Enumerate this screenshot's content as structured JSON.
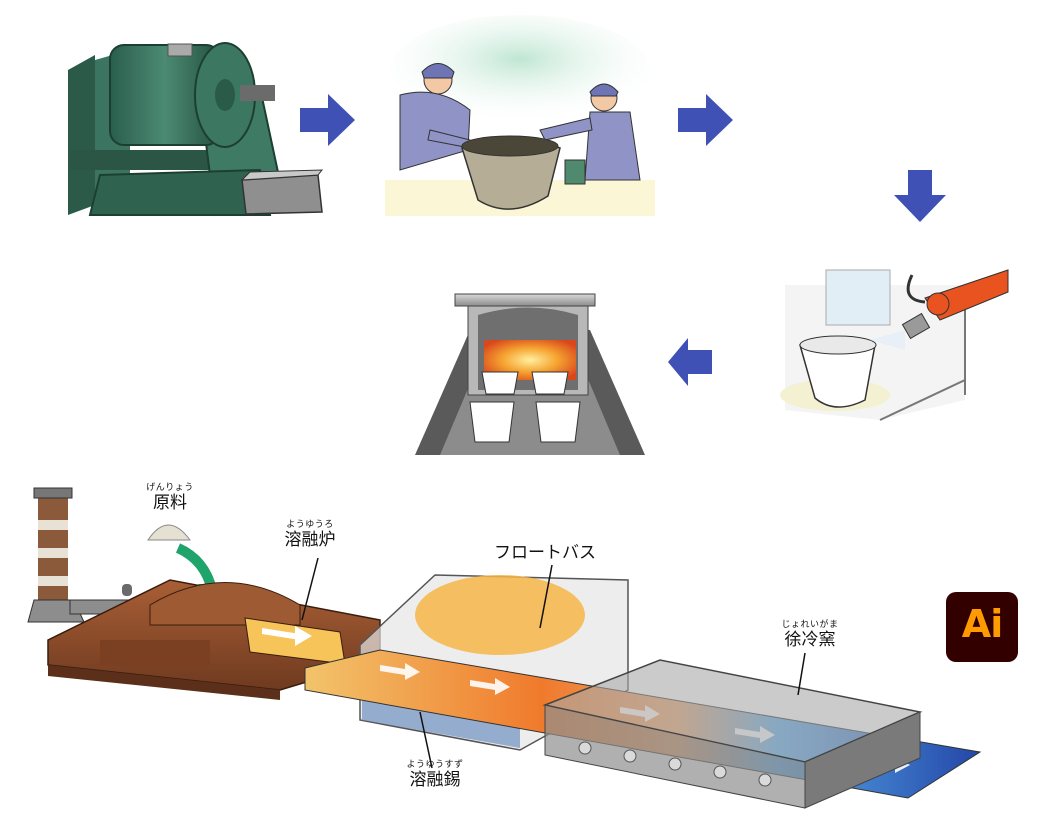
{
  "labels": {
    "raw_material": {
      "ruby": "げんりょう",
      "text": "原料"
    },
    "melting_furnace": {
      "ruby": "ようゆうろ",
      "text": "溶融炉"
    },
    "float_bath": {
      "text": "フロートバス"
    },
    "annealing_lehr": {
      "ruby": "じょれいがま",
      "text": "徐冷窯"
    },
    "molten_tin": {
      "ruby": "ようゆうすず",
      "text": "溶融錫"
    }
  },
  "badge": {
    "text": "Ai"
  },
  "colors": {
    "arrow_blue": "#3f51b5",
    "mill_green": "#2e6b57",
    "furnace_brown": "#8b4a2b",
    "hot_glass": "#f39a2a",
    "cool_glass": "#2f7fd6",
    "curve_arrow": "#1fa56b",
    "robot_orange": "#e8531f",
    "badge_bg": "#330000",
    "badge_fg": "#ff9a00"
  }
}
